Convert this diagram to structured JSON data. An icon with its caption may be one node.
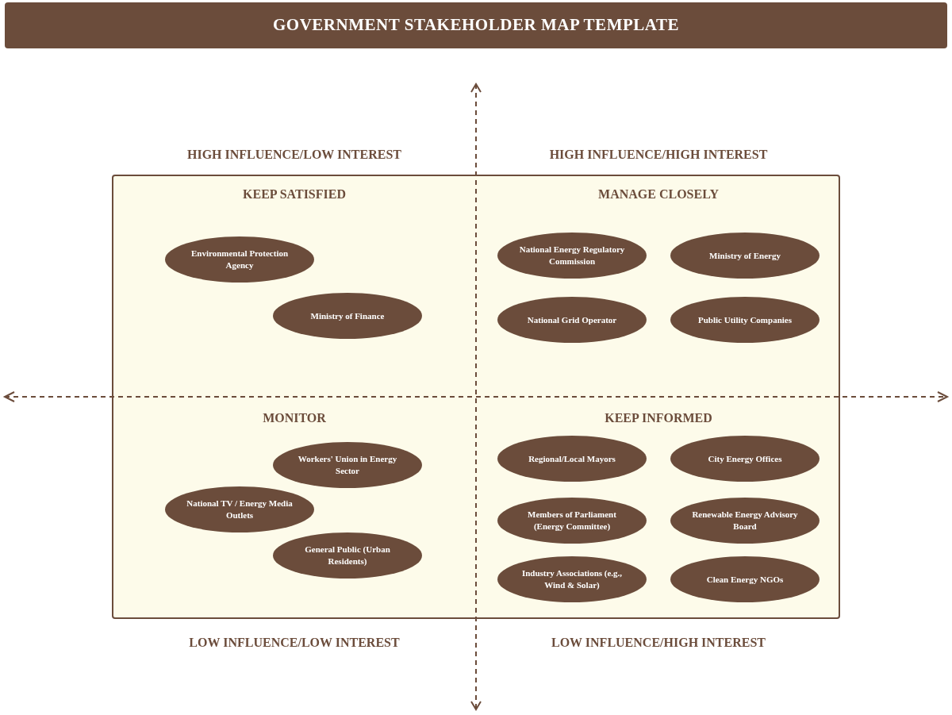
{
  "diagram": {
    "title": "GOVERNMENT STAKEHOLDER MAP TEMPLATE",
    "nodes": [
      {
        "text": [],
        "shape": "box"
      },
      {
        "text": [
          "Environmental Protection Agency"
        ],
        "in": 0
      },
      {
        "text": [
          "Ministry of Finance"
        ],
        "in": 0
      },
      {
        "text": [
          "National Energy Regulatory Commission"
        ],
        "in": 0
      },
      {
        "text": [
          "Ministry of Energy"
        ],
        "in": 0
      },
      {
        "text": [
          "National Grid Operator"
        ],
        "in": 0
      },
      {
        "text": [
          "Public Utility Companies"
        ],
        "in": 0
      },
      {
        "text": [
          "Workers' Union in Energy Sector"
        ],
        "in": 0
      },
      {
        "text": [
          "National TV / Energy Media Outlets"
        ],
        "in": 0
      },
      {
        "text": [
          "General Public (Urban Residents)"
        ],
        "in": 0
      },
      {
        "text": [
          "Regional/Local Mayors"
        ],
        "in": 0
      },
      {
        "text": [
          "City Energy Offices"
        ],
        "in": 0
      },
      {
        "text": [
          "Members of Parliament (Energy Committee)"
        ],
        "in": 0
      },
      {
        "text": [
          "Renewable Energy Advisory Board"
        ],
        "in": 0
      },
      {
        "text": [
          "Industry Associations (e.g., Wind & Solar)"
        ],
        "in": 0
      },
      {
        "text": [
          "Clean Energy NGOs"
        ],
        "in": 0
      }
    ],
    "edges": [],
    "labels": [
      "HIGH INFLUENCE/LOW INTEREST",
      "HIGH INFLUENCE/HIGH INTEREST",
      "KEEP SATISFIED",
      "MANAGE CLOSELY",
      "MONITOR",
      "KEEP INFORMED",
      "LOW INFLUENCE/LOW INTEREST",
      "LOW INFLUENCE/HIGH INTEREST"
    ]
  }
}
